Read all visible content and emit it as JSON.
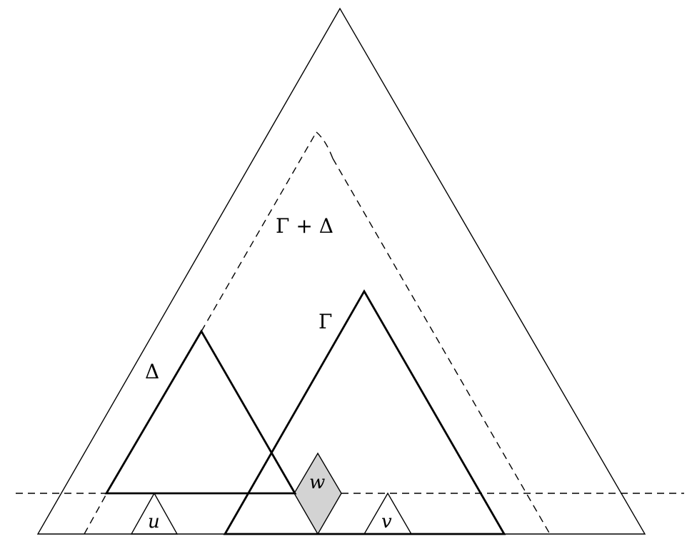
{
  "labels": {
    "gamma_plus_delta": "Γ + Δ",
    "gamma": "Γ",
    "delta": "Δ",
    "w": "w",
    "u": "u",
    "v": "v"
  },
  "colors": {
    "shaded_fill": "#d3d3d3",
    "stroke": "#000000",
    "background": "#ffffff"
  }
}
